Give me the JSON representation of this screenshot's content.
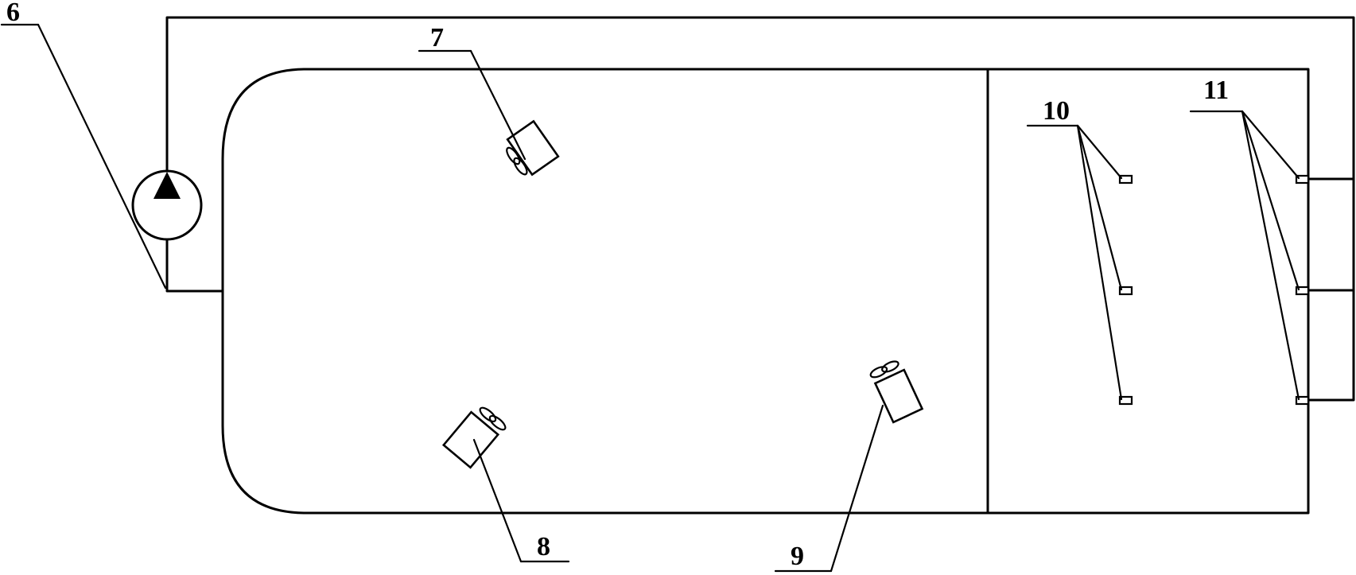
{
  "labels": {
    "pump": "6",
    "device_top": "7",
    "device_bottom_left": "8",
    "device_bottom_right": "9",
    "inner_nozzles": "10",
    "outer_nozzles": "11"
  },
  "colors": {
    "line": "#000000",
    "background": "#ffffff"
  },
  "icons": {
    "pump": "pump-triangle-icon",
    "device": "fan-box-icon",
    "nozzle": "nozzle-rect-icon"
  }
}
